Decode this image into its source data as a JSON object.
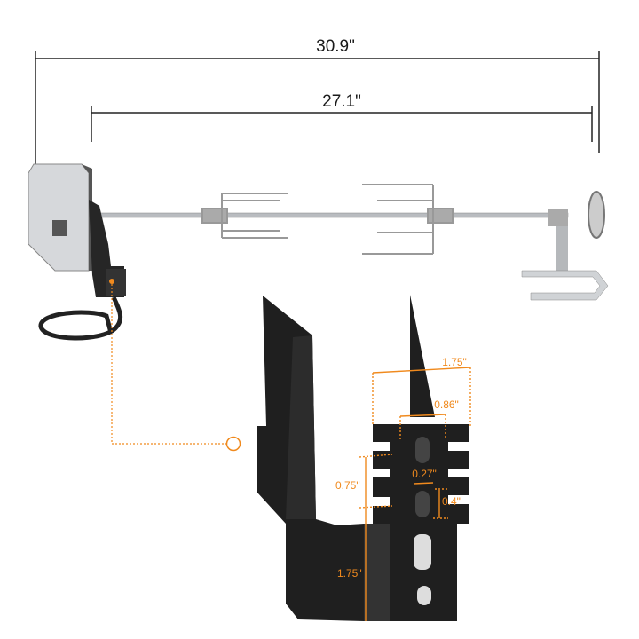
{
  "dimensions": {
    "overall_length": "30.9\"",
    "spit_length": "27.1\"",
    "bracket_width": "1.75\"",
    "spike_width": "0.86\"",
    "slot_width": "0.27\"",
    "slot_height": "0.4\"",
    "notch_spacing": "0.75\"",
    "bracket_lower_height": "1.75\""
  },
  "colors": {
    "accent": "#f08a1e",
    "bracket": "#1f1f1f",
    "steel": "#c9ccd0"
  }
}
